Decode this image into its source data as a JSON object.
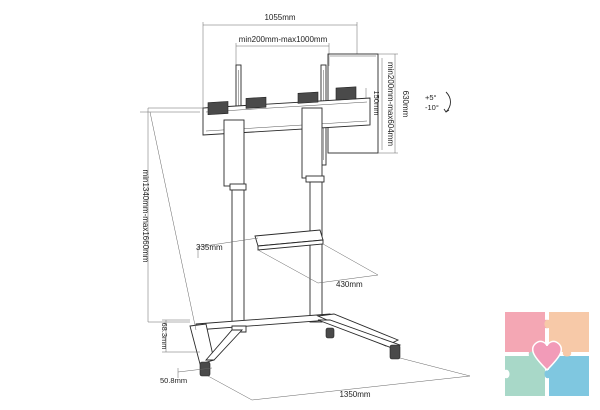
{
  "dimensions": {
    "overall_width": "1055mm",
    "vesa_horizontal": "min200mm-max1000mm",
    "vesa_vertical": "min200mm-max604mm",
    "vesa_offset": "150mm",
    "plate_height": "630mm",
    "tilt_up": "+5°",
    "tilt_down": "-10°",
    "height_range": "min1340mm-max1660mm",
    "shelf_depth": "335mm",
    "shelf_width": "430mm",
    "caster_height": "68.3mm",
    "caster_width": "50.8mm",
    "base_width": "1350mm"
  },
  "logo": {
    "colors": [
      "#f4a7b4",
      "#a8d8c8",
      "#7fc7e0",
      "#f7c9a8",
      "#f29bb8"
    ]
  }
}
